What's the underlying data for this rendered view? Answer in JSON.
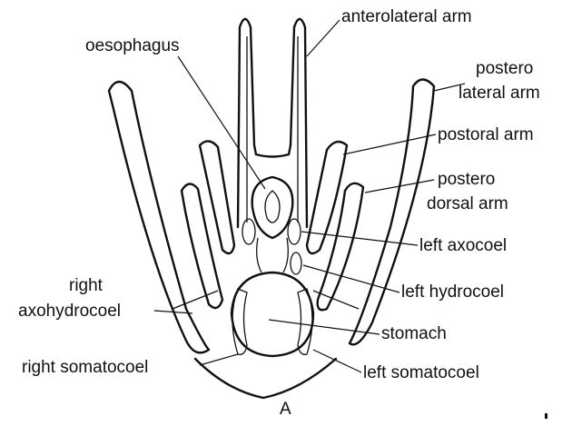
{
  "figure": {
    "panel_label": "A",
    "labels": {
      "anterolateral_arm": "anterolateral arm",
      "oesophagus": "oesophagus",
      "postero_lateral_arm_line1": "postero",
      "postero_lateral_arm_line2": "lateral arm",
      "postoral_arm": "postoral arm",
      "postero_dorsal_arm_line1": "postero",
      "postero_dorsal_arm_line2": "dorsal arm",
      "left_axocoel": "left axocoel",
      "right_axohydrocoel_line1": "right",
      "right_axohydrocoel_line2": "axohydrocoel",
      "left_hydrocoel": "left hydrocoel",
      "stomach": "stomach",
      "right_somatocoel": "right somatocoel",
      "left_somatocoel": "left somatocoel"
    },
    "colors": {
      "line": "#111111",
      "background": "#ffffff"
    }
  }
}
